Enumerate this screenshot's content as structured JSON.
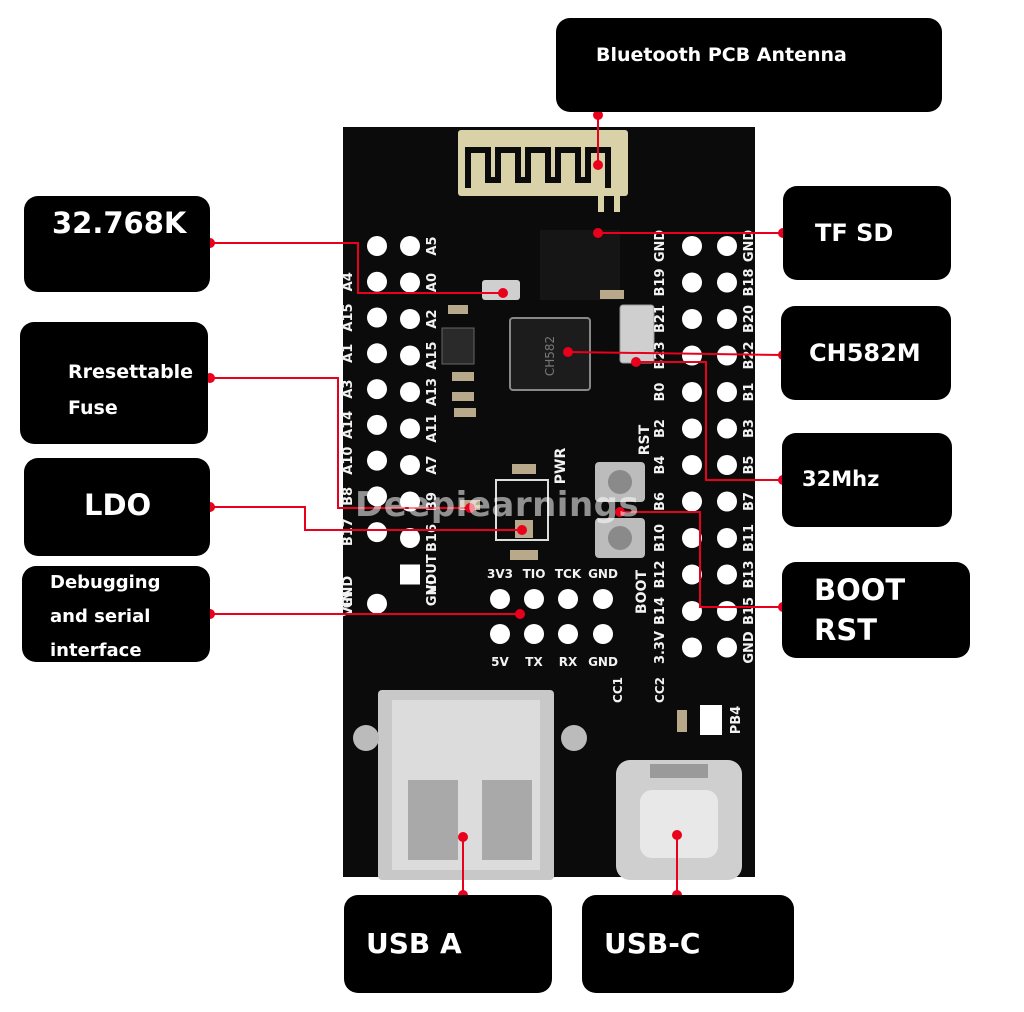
{
  "labels": {
    "antenna": "Bluetooth PCB Antenna",
    "crystal_32k": "32.768K",
    "tf_sd": "TF SD",
    "ch582m": "CH582M",
    "fuse": "Rresettable\nFuse",
    "mhz32": "32Mhz",
    "ldo": "LDO",
    "boot_rst": "BOOT\nRST",
    "debug": "Debugging\nand serial\ninterface",
    "usb_a": "USB A",
    "usb_c": "USB-C"
  },
  "board": {
    "left_pins_outer": [
      "A4",
      "A15",
      "A1",
      "A3",
      "A14",
      "A10",
      "B8",
      "B17",
      "VIN"
    ],
    "left_pins_inner": [
      "A5",
      "A0",
      "A2",
      "A15",
      "A13",
      "A11",
      "A7",
      "B9",
      "B16",
      "VOUT"
    ],
    "right_pins_inner": [
      "GND",
      "B19",
      "B21",
      "B23",
      "B0",
      "B2",
      "B4",
      "B6",
      "B10",
      "B12",
      "B14",
      "3.3V"
    ],
    "right_pins_outer": [
      "GND",
      "B18",
      "B20",
      "B22",
      "B1",
      "B3",
      "B5",
      "B7",
      "B11",
      "B13",
      "B15",
      "GND"
    ],
    "header_top": [
      "3V3",
      "TIO",
      "TCK",
      "GND"
    ],
    "header_bottom": [
      "5V",
      "TX",
      "RX",
      "GND"
    ],
    "silk_pwr": "PWR",
    "silk_rst": "RST",
    "silk_boot": "BOOT",
    "silk_cc1": "CC1",
    "silk_cc2": "CC2",
    "silk_pb4": "PB4",
    "silk_gnd_left": "GND",
    "silk_gnd_left2": "GND"
  },
  "watermark": "Deepiearnings",
  "colors": {
    "leader": "#e8001c",
    "board": "#0b0b0b",
    "label_bg": "#000000",
    "label_fg": "#ffffff",
    "antenna": "#d9d2a8"
  }
}
